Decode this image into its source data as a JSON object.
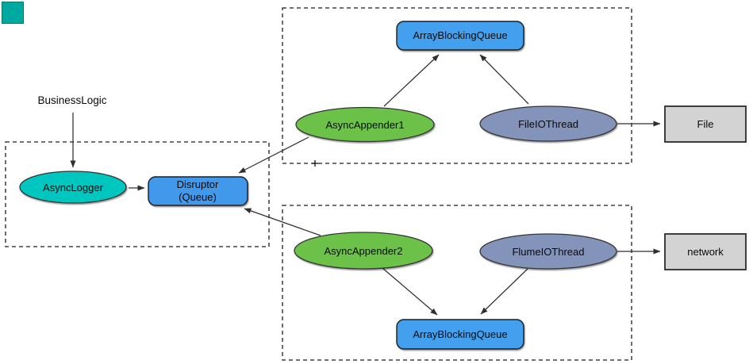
{
  "diagram": {
    "corner_chip_color": "#00A9A0",
    "labels": {
      "business_logic": "BusinessLogic"
    },
    "nodes": {
      "async_logger": {
        "label": "AsyncLogger",
        "fill": "#00C6C0"
      },
      "disruptor": {
        "line1": "Disruptor",
        "line2": "(Queue)",
        "fill": "#4298EA"
      },
      "array_blocking_queue_top": {
        "label": "ArrayBlockingQueue",
        "fill": "#43A0EF"
      },
      "async_appender_1": {
        "label": "AsyncAppender1",
        "fill": "#6CC24A"
      },
      "file_io_thread": {
        "label": "FileIOThread",
        "fill": "#8493B9"
      },
      "file": {
        "label": "File",
        "fill": "#D3D3D3"
      },
      "async_appender_2": {
        "label": "AsyncAppender2",
        "fill": "#6CC24A"
      },
      "flume_io_thread": {
        "label": "FlumeIOThread",
        "fill": "#8493B9"
      },
      "network": {
        "label": "network",
        "fill": "#D3D3D3"
      },
      "array_blocking_queue_bottom": {
        "label": "ArrayBlockingQueue",
        "fill": "#43A0EF"
      }
    },
    "edges": [
      {
        "from": "BusinessLogic",
        "to": "AsyncLogger"
      },
      {
        "from": "AsyncLogger",
        "to": "Disruptor"
      },
      {
        "from": "AsyncAppender1",
        "to": "ArrayBlockingQueue (top)"
      },
      {
        "from": "FileIOThread",
        "to": "ArrayBlockingQueue (top)"
      },
      {
        "from": "AsyncAppender1",
        "to": "Disruptor"
      },
      {
        "from": "AsyncAppender2",
        "to": "Disruptor"
      },
      {
        "from": "AsyncAppender2",
        "to": "ArrayBlockingQueue (bottom)"
      },
      {
        "from": "FlumeIOThread",
        "to": "ArrayBlockingQueue (bottom)"
      },
      {
        "from": "FileIOThread",
        "to": "File"
      },
      {
        "from": "FlumeIOThread",
        "to": "network"
      }
    ]
  }
}
